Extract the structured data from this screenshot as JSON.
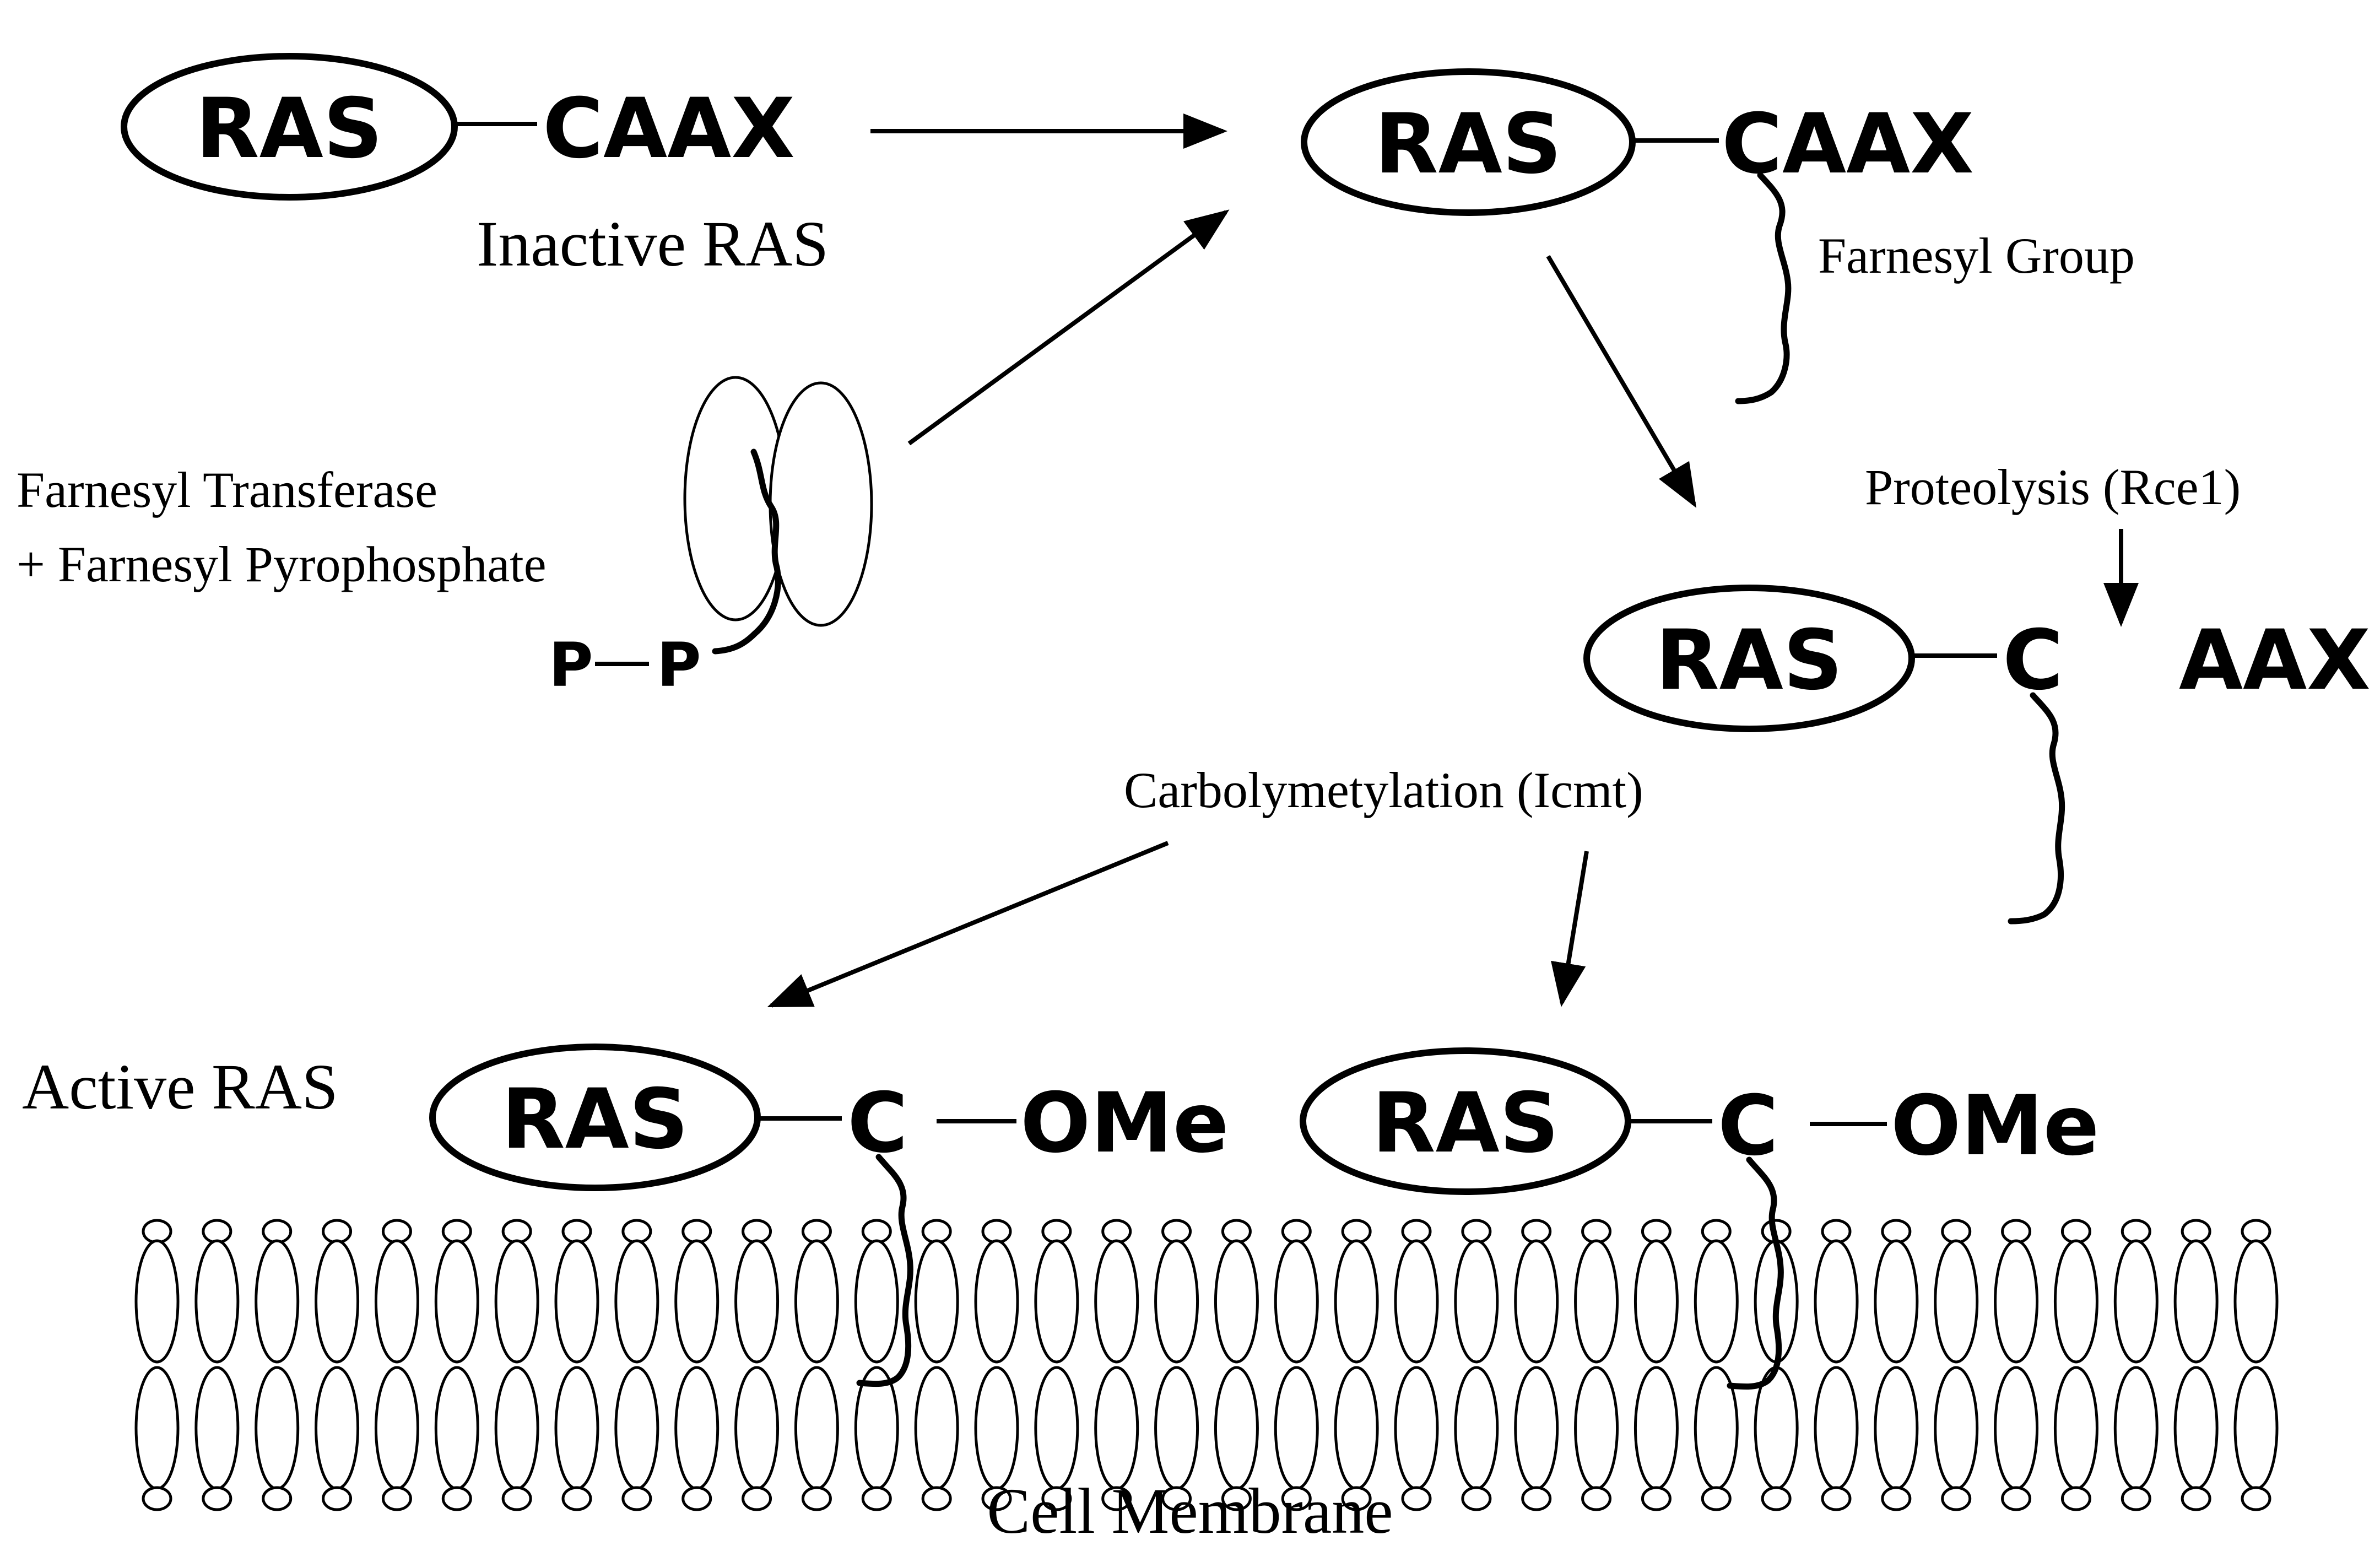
{
  "labels": {
    "ras": "RAS",
    "caax": "CAAX",
    "c": "C",
    "aax": "AAX",
    "ome": "OMe",
    "p": "P",
    "inactive_ras": "Inactive RAS",
    "farnesyl_group": "Farnesyl Group",
    "farnesyl_transferase": "Farnesyl Transferase",
    "farnesyl_pyrophosphate": "+ Farnesyl Pyrophosphate",
    "proteolysis": "Proteolysis (Rce1)",
    "carbolymetylation": "Carbolymetylation (Icmt)",
    "active_ras": "Active RAS",
    "cell_membrane": "Cell Membrane"
  },
  "colors": {
    "stroke": "#000000",
    "background": "#ffffff"
  }
}
